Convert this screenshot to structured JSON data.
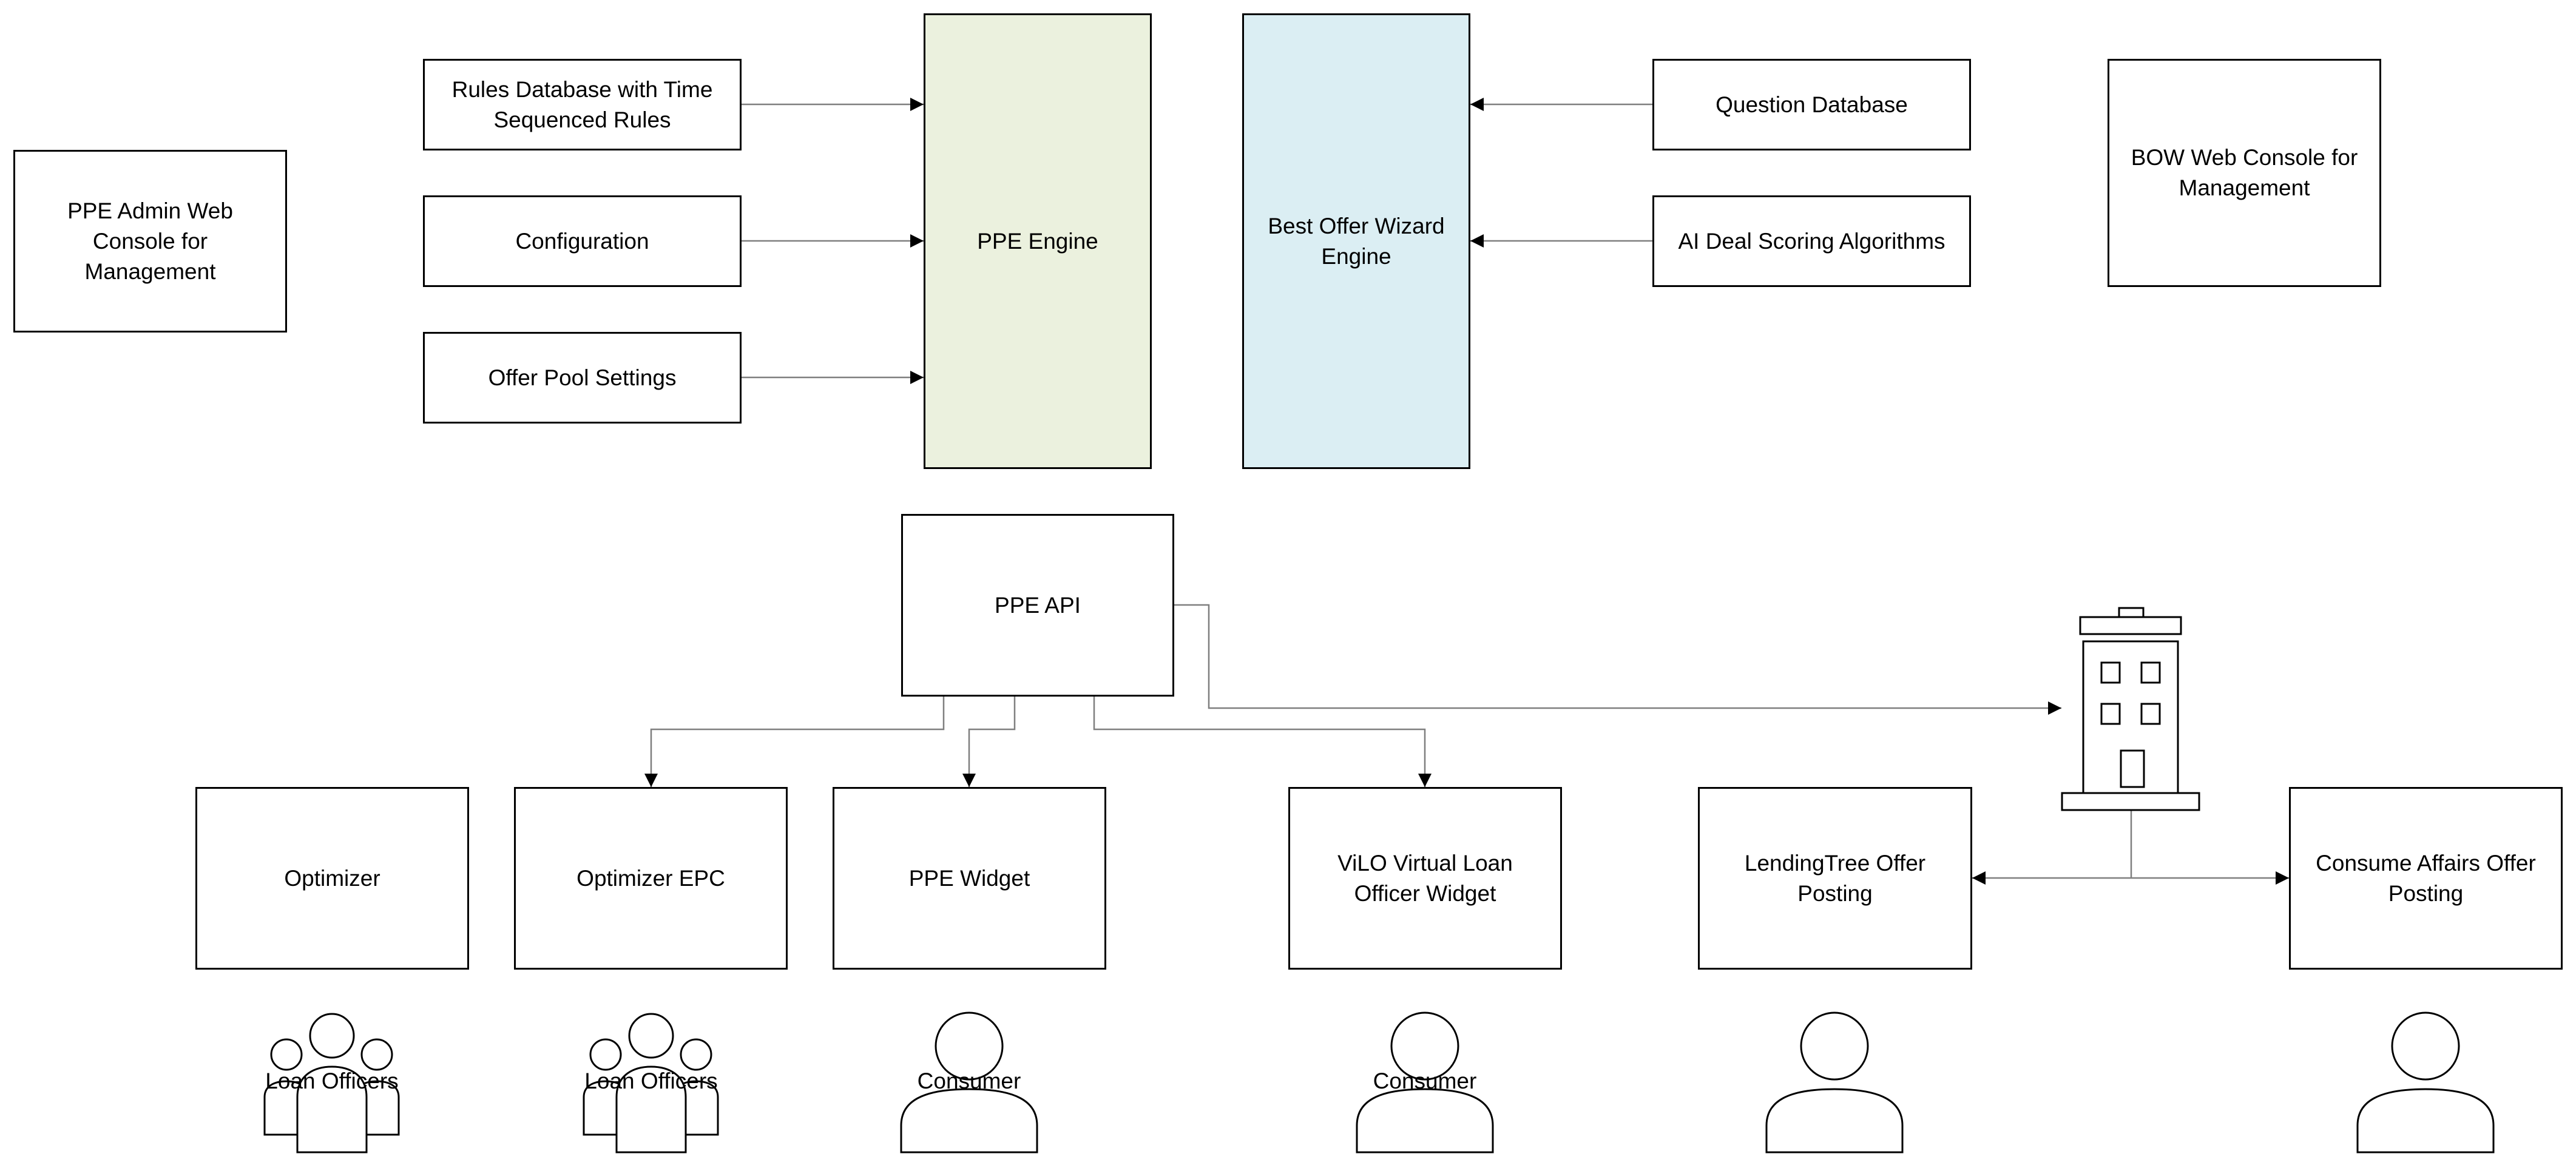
{
  "nodes": {
    "ppe_admin_console": "PPE Admin Web Console for Management",
    "rules_database": "Rules Database with Time Sequenced Rules",
    "configuration": "Configuration",
    "offer_pool_settings": "Offer Pool Settings",
    "ppe_engine": "PPE Engine",
    "best_offer_wizard_engine": "Best Offer Wizard Engine",
    "question_database": "Question Database",
    "ai_deal_scoring": "AI Deal Scoring Algorithms",
    "bow_web_console": "BOW Web Console for Management",
    "ppe_api": "PPE API",
    "optimizer": "Optimizer",
    "optimizer_epc": "Optimizer EPC",
    "ppe_widget": "PPE Widget",
    "vilo_widget": "ViLO Virtual Loan Officer Widget",
    "lendingtree_posting": "LendingTree Offer Posting",
    "consumer_affairs_posting": "Consume Affairs Offer Posting"
  },
  "people": {
    "loan_officers_1": "Loan Officers",
    "loan_officers_2": "Loan Officers",
    "consumer_1": "Consumer",
    "consumer_2": "Consumer"
  },
  "colors": {
    "ppe_engine_fill": "#ebf1de",
    "bow_engine_fill": "#dbeef3",
    "stroke": "#000000",
    "connector": "#7f7f7f"
  }
}
